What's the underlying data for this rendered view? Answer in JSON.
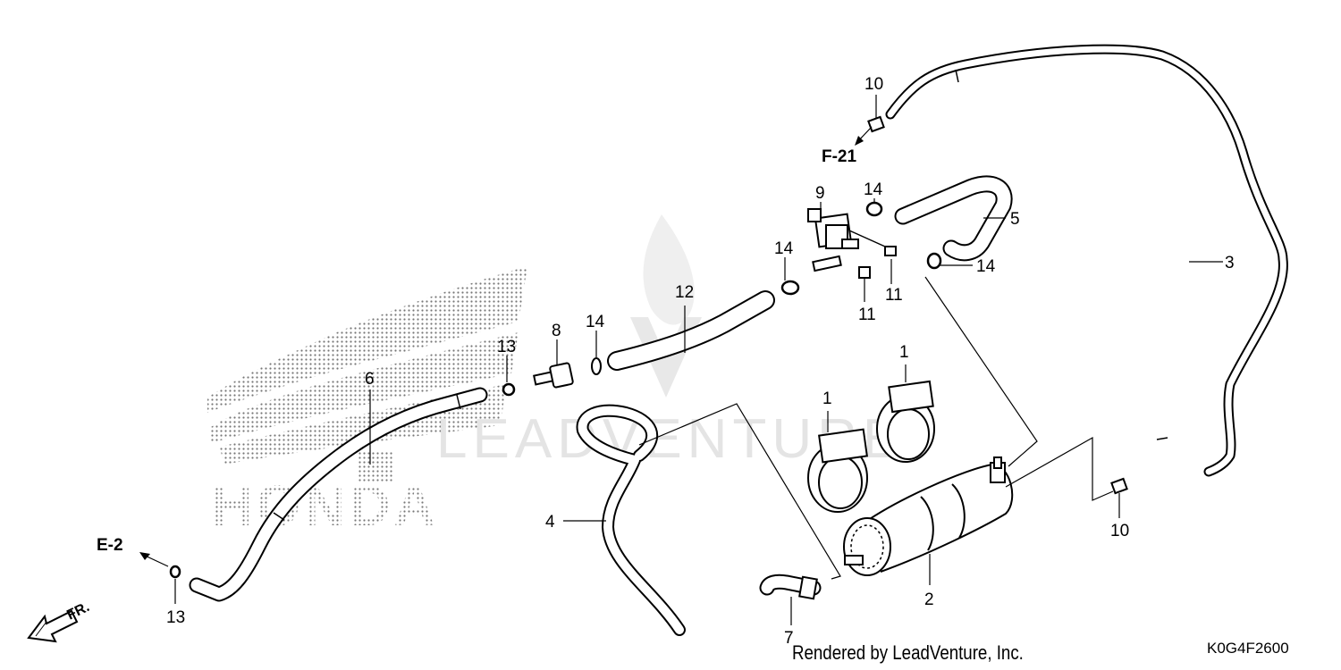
{
  "diagram": {
    "callouts": [
      "1",
      "1",
      "2",
      "3",
      "4",
      "5",
      "6",
      "7",
      "8",
      "9",
      "10",
      "10",
      "11",
      "11",
      "12",
      "13",
      "13",
      "14",
      "14",
      "14",
      "14"
    ],
    "refs": {
      "f21": "F-21",
      "e2": "E-2",
      "front": "FR."
    },
    "footer": {
      "rendered_by": "Rendered by LeadVenture, Inc.",
      "code": "K0G4F2600"
    }
  }
}
